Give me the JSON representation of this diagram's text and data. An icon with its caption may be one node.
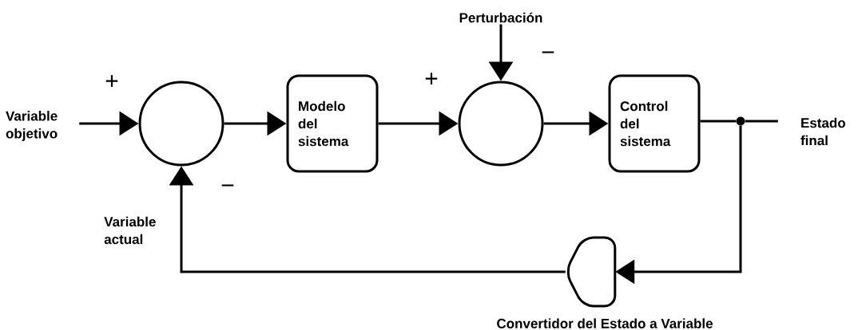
{
  "diagram": {
    "nodes": [
      {
        "text": [
          "Variable objetivo"
        ]
      },
      {
        "text": [],
        "shape": "circle"
      },
      {
        "text": [
          "Modelo del sistema"
        ]
      },
      {
        "text": [],
        "shape": "circle"
      },
      {
        "text": [
          "Perturbación"
        ]
      },
      {
        "text": [
          "Control del sistema"
        ]
      },
      {
        "text": [],
        "shape": "dot"
      },
      {
        "text": [
          "Estado final"
        ]
      },
      {
        "text": [
          "Convertidor del Estado a Variable"
        ]
      }
    ],
    "edges": [
      {
        "from": 0,
        "to": 1,
        "arrow": "to"
      },
      {
        "from": 1,
        "to": 2,
        "arrow": "to"
      },
      {
        "from": 2,
        "to": 3,
        "arrow": "to"
      },
      {
        "from": 4,
        "to": 3,
        "arrow": "to"
      },
      {
        "from": 3,
        "to": 5,
        "arrow": "to"
      },
      {
        "from": 5,
        "to": 6,
        "arrow": "none"
      },
      {
        "from": 6,
        "to": 7,
        "arrow": "none"
      },
      {
        "from": 6,
        "to": 8,
        "arrow": "to"
      },
      {
        "from": 8,
        "to": 1,
        "arrow": "to"
      }
    ],
    "labels": [
      "+",
      "−",
      "+",
      "−",
      "Variable actual"
    ]
  }
}
